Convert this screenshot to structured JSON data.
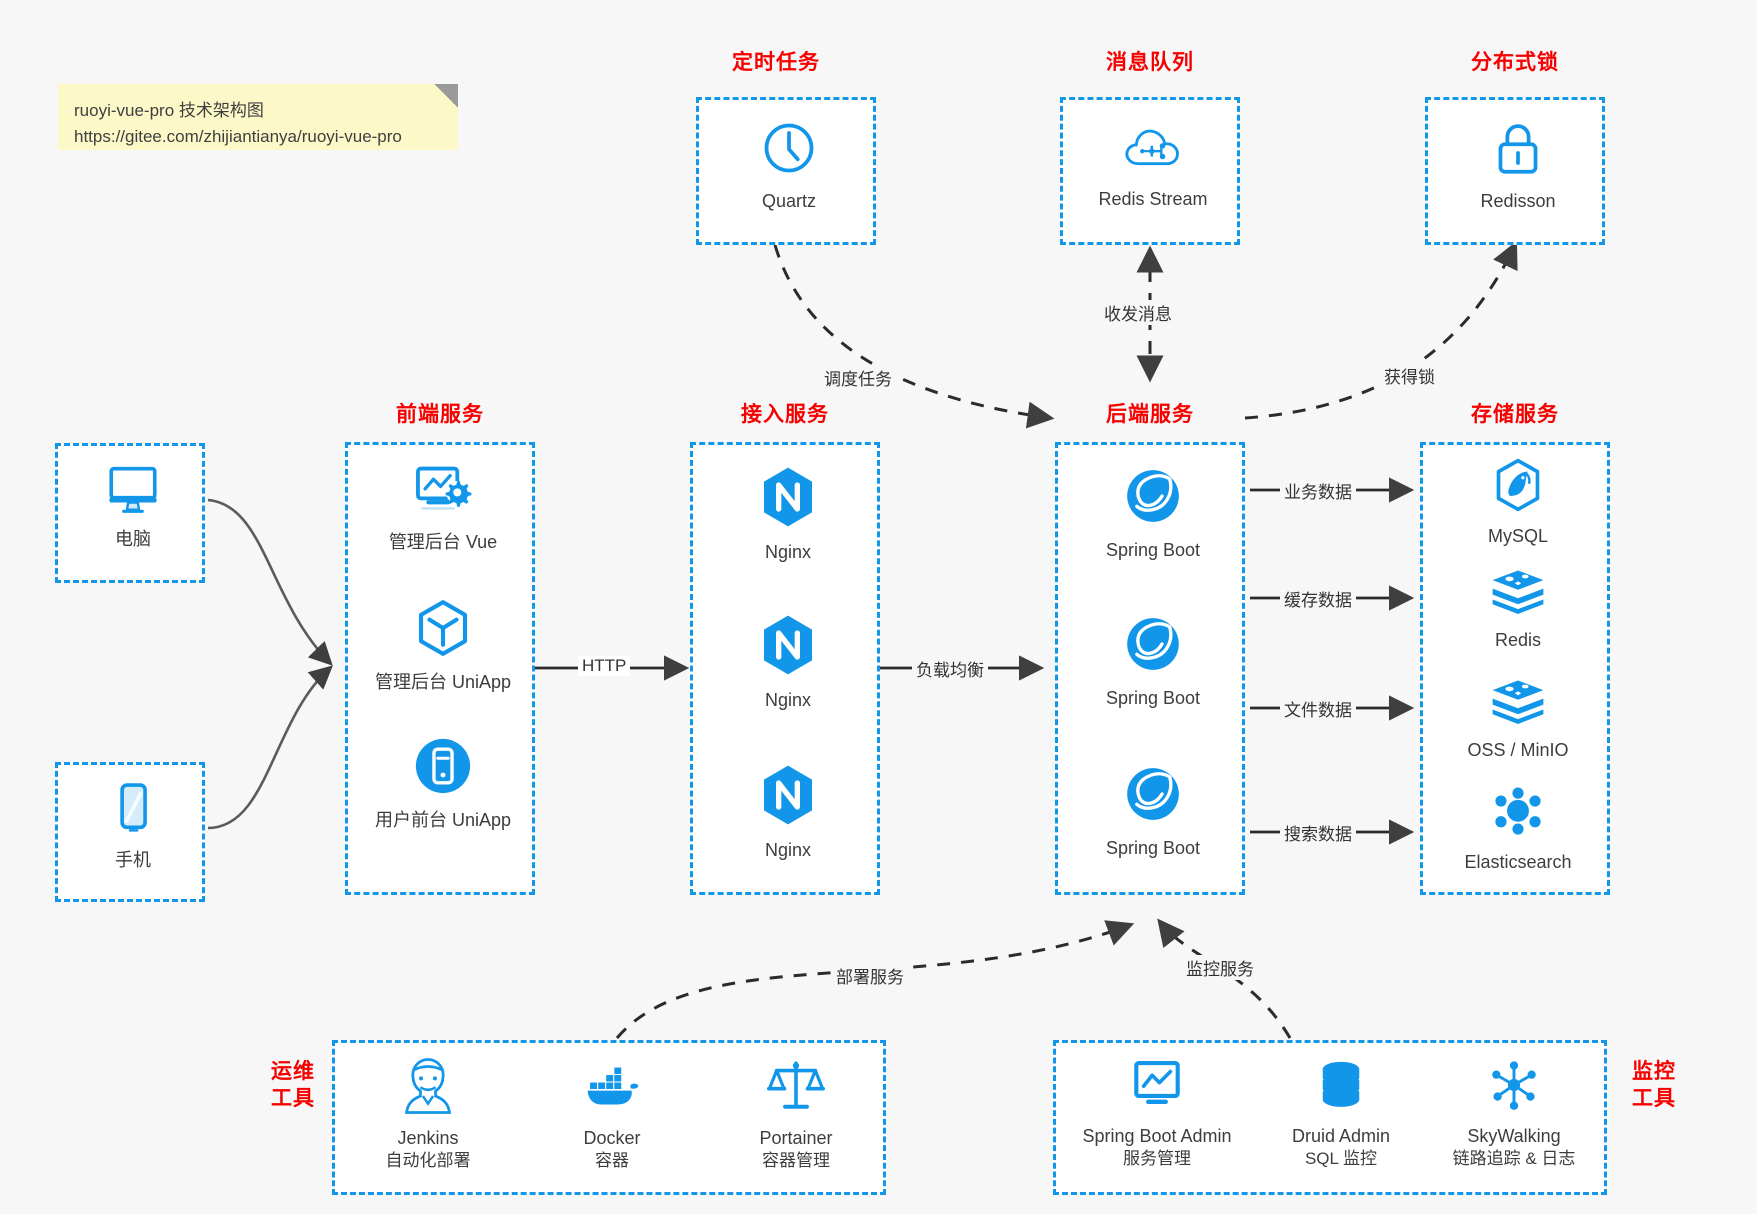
{
  "note": {
    "line1": "ruoyi-vue-pro 技术架构图",
    "line2": "https://gitee.com/zhijiantianya/ruoyi-vue-pro"
  },
  "colors": {
    "accent": "#1296ea",
    "title": "#f60000",
    "background": "#f7f7f7",
    "note_bg": "#fcf8c8",
    "edge": "#3f3f3f"
  },
  "groups": {
    "scheduler": {
      "title": "定时任务",
      "items": [
        {
          "label": "Quartz",
          "icon": "clock-icon"
        }
      ]
    },
    "mq": {
      "title": "消息队列",
      "items": [
        {
          "label": "Redis Stream",
          "icon": "cloud-stream-icon"
        }
      ]
    },
    "lock": {
      "title": "分布式锁",
      "items": [
        {
          "label": "Redisson",
          "icon": "padlock-icon"
        }
      ]
    },
    "clients": {
      "items": [
        {
          "label": "电脑",
          "icon": "desktop-icon"
        },
        {
          "label": "手机",
          "icon": "smartphone-icon"
        }
      ]
    },
    "frontend": {
      "title": "前端服务",
      "items": [
        {
          "label": "管理后台 Vue",
          "icon": "dashboard-gear-icon"
        },
        {
          "label": "管理后台 UniApp",
          "icon": "hexagon-cube-icon"
        },
        {
          "label": "用户前台 UniApp",
          "icon": "mobile-circle-icon"
        }
      ]
    },
    "gateway": {
      "title": "接入服务",
      "items": [
        {
          "label": "Nginx",
          "icon": "nginx-icon"
        },
        {
          "label": "Nginx",
          "icon": "nginx-icon"
        },
        {
          "label": "Nginx",
          "icon": "nginx-icon"
        }
      ]
    },
    "backend": {
      "title": "后端服务",
      "items": [
        {
          "label": "Spring Boot",
          "icon": "spring-boot-icon"
        },
        {
          "label": "Spring Boot",
          "icon": "spring-boot-icon"
        },
        {
          "label": "Spring Boot",
          "icon": "spring-boot-icon"
        }
      ]
    },
    "storage": {
      "title": "存储服务",
      "items": [
        {
          "label": "MySQL",
          "icon": "mysql-icon"
        },
        {
          "label": "Redis",
          "icon": "redis-layers-icon"
        },
        {
          "label": "OSS / MinIO",
          "icon": "oss-layers-icon"
        },
        {
          "label": "Elasticsearch",
          "icon": "elasticsearch-icon"
        }
      ]
    },
    "devops": {
      "title_line1": "运维",
      "title_line2": "工具",
      "items": [
        {
          "label": "Jenkins",
          "sub": "自动化部署",
          "icon": "jenkins-butler-icon"
        },
        {
          "label": "Docker",
          "sub": "容器",
          "icon": "docker-whale-icon"
        },
        {
          "label": "Portainer",
          "sub": "容器管理",
          "icon": "scales-icon"
        }
      ]
    },
    "monitor": {
      "title_line1": "监控",
      "title_line2": "工具",
      "items": [
        {
          "label": "Spring Boot Admin",
          "sub": "服务管理",
          "icon": "monitor-chart-icon"
        },
        {
          "label": "Druid Admin",
          "sub": "SQL 监控",
          "icon": "database-icon"
        },
        {
          "label": "SkyWalking",
          "sub": "链路追踪 & 日志",
          "icon": "skywalking-icon"
        }
      ]
    }
  },
  "edges": [
    {
      "id": "http",
      "label": "HTTP"
    },
    {
      "id": "lb",
      "label": "负载均衡"
    },
    {
      "id": "schedule",
      "label": "调度任务"
    },
    {
      "id": "mq-exchange",
      "label": "收发消息"
    },
    {
      "id": "acquire-lock",
      "label": "获得锁"
    },
    {
      "id": "biz-data",
      "label": "业务数据"
    },
    {
      "id": "cache-data",
      "label": "缓存数据"
    },
    {
      "id": "file-data",
      "label": "文件数据"
    },
    {
      "id": "search-data",
      "label": "搜索数据"
    },
    {
      "id": "deploy",
      "label": "部署服务"
    },
    {
      "id": "monitor",
      "label": "监控服务"
    }
  ]
}
